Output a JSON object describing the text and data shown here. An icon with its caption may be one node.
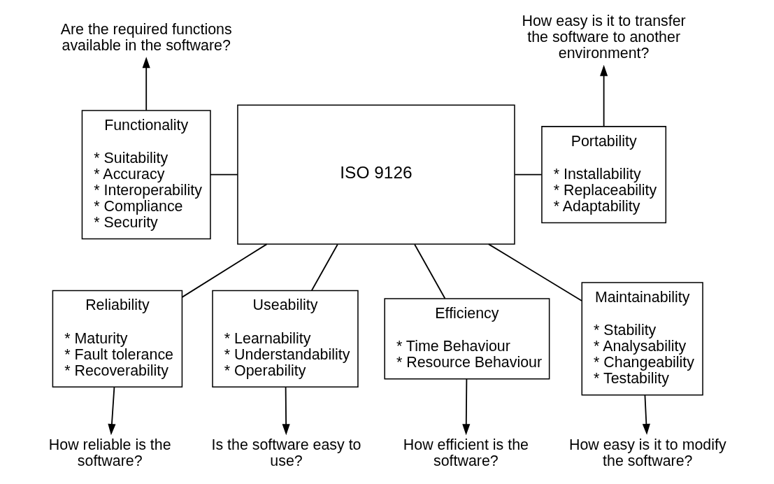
{
  "diagram": {
    "nodes": [
      {
        "text": [
          "ISO 9126"
        ]
      },
      {
        "text": [
          "Functionality",
          "* Suitability",
          "* Accuracy",
          "* Interoperability",
          "* Compliance",
          "* Security"
        ]
      },
      {
        "text": [
          "Portability",
          "* Installability",
          "* Replaceability",
          "* Adaptability"
        ]
      },
      {
        "text": [
          "Reliability",
          "* Maturity",
          "* Fault tolerance",
          "* Recoverability"
        ]
      },
      {
        "text": [
          "Useability",
          "* Learnability",
          "* Understandability",
          "* Operability"
        ]
      },
      {
        "text": [
          "Efficiency",
          "* Time Behaviour",
          "* Resource Behaviour"
        ]
      },
      {
        "text": [
          "Maintainability",
          "* Stability",
          "* Analysability",
          "* Changeability",
          "* Testability"
        ]
      },
      {
        "text": [
          "Are the required functions available in the software?"
        ]
      },
      {
        "text": [
          "How easy is it to transfer the software to another environment?"
        ]
      },
      {
        "text": [
          "How reliable is the software?"
        ]
      },
      {
        "text": [
          "Is the software easy to use?"
        ]
      },
      {
        "text": [
          "How efficient is the software?"
        ]
      },
      {
        "text": [
          "How easy is it to modify the software?"
        ]
      }
    ],
    "edges": [
      {
        "from": 0,
        "to": 1,
        "arrow": "none"
      },
      {
        "from": 0,
        "to": 2,
        "arrow": "none"
      },
      {
        "from": 0,
        "to": 3,
        "arrow": "none"
      },
      {
        "from": 0,
        "to": 4,
        "arrow": "none"
      },
      {
        "from": 0,
        "to": 5,
        "arrow": "none"
      },
      {
        "from": 0,
        "to": 6,
        "arrow": "none"
      },
      {
        "from": 1,
        "to": 7,
        "arrow": "to"
      },
      {
        "from": 2,
        "to": 8,
        "arrow": "to"
      },
      {
        "from": 3,
        "to": 9,
        "arrow": "to"
      },
      {
        "from": 4,
        "to": 10,
        "arrow": "to"
      },
      {
        "from": 5,
        "to": 11,
        "arrow": "to"
      },
      {
        "from": 6,
        "to": 12,
        "arrow": "to"
      }
    ]
  }
}
